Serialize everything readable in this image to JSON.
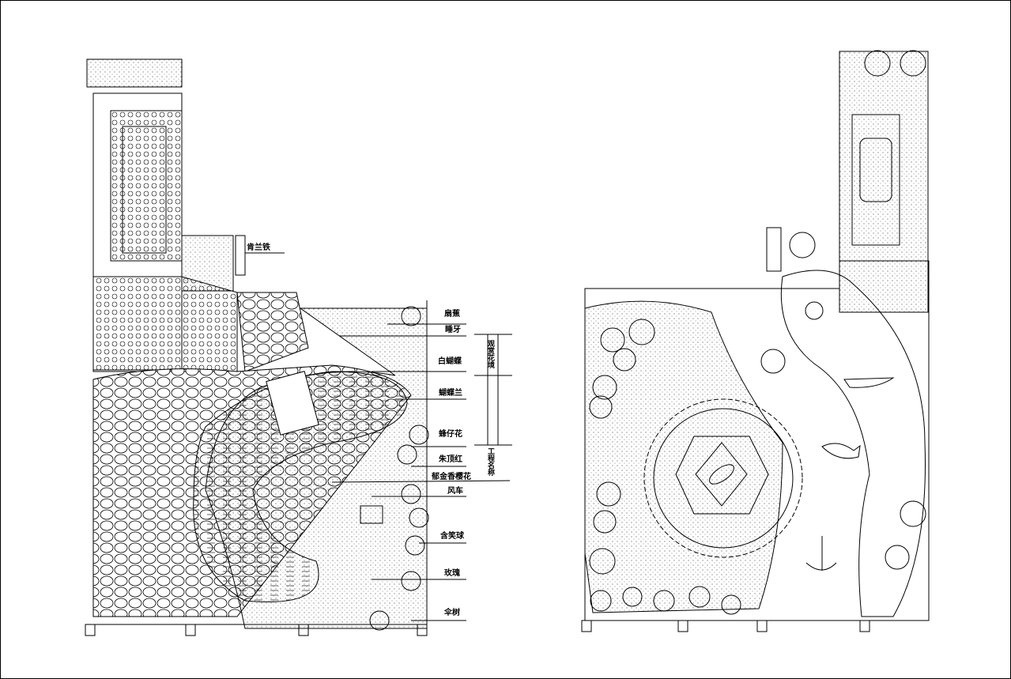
{
  "left_plan": {
    "top_label": "肯兰铁",
    "plant_labels": [
      "扇蕉",
      "睡牙",
      "白蝴蝶",
      "蝴蝶兰",
      "蜂仔花",
      "朱顶红",
      "郁金香樱花",
      "风车",
      "含笑球",
      "玫瑰",
      "伞树"
    ],
    "title_block": {
      "upper": "观赏花境",
      "lower": "工程名称"
    }
  }
}
